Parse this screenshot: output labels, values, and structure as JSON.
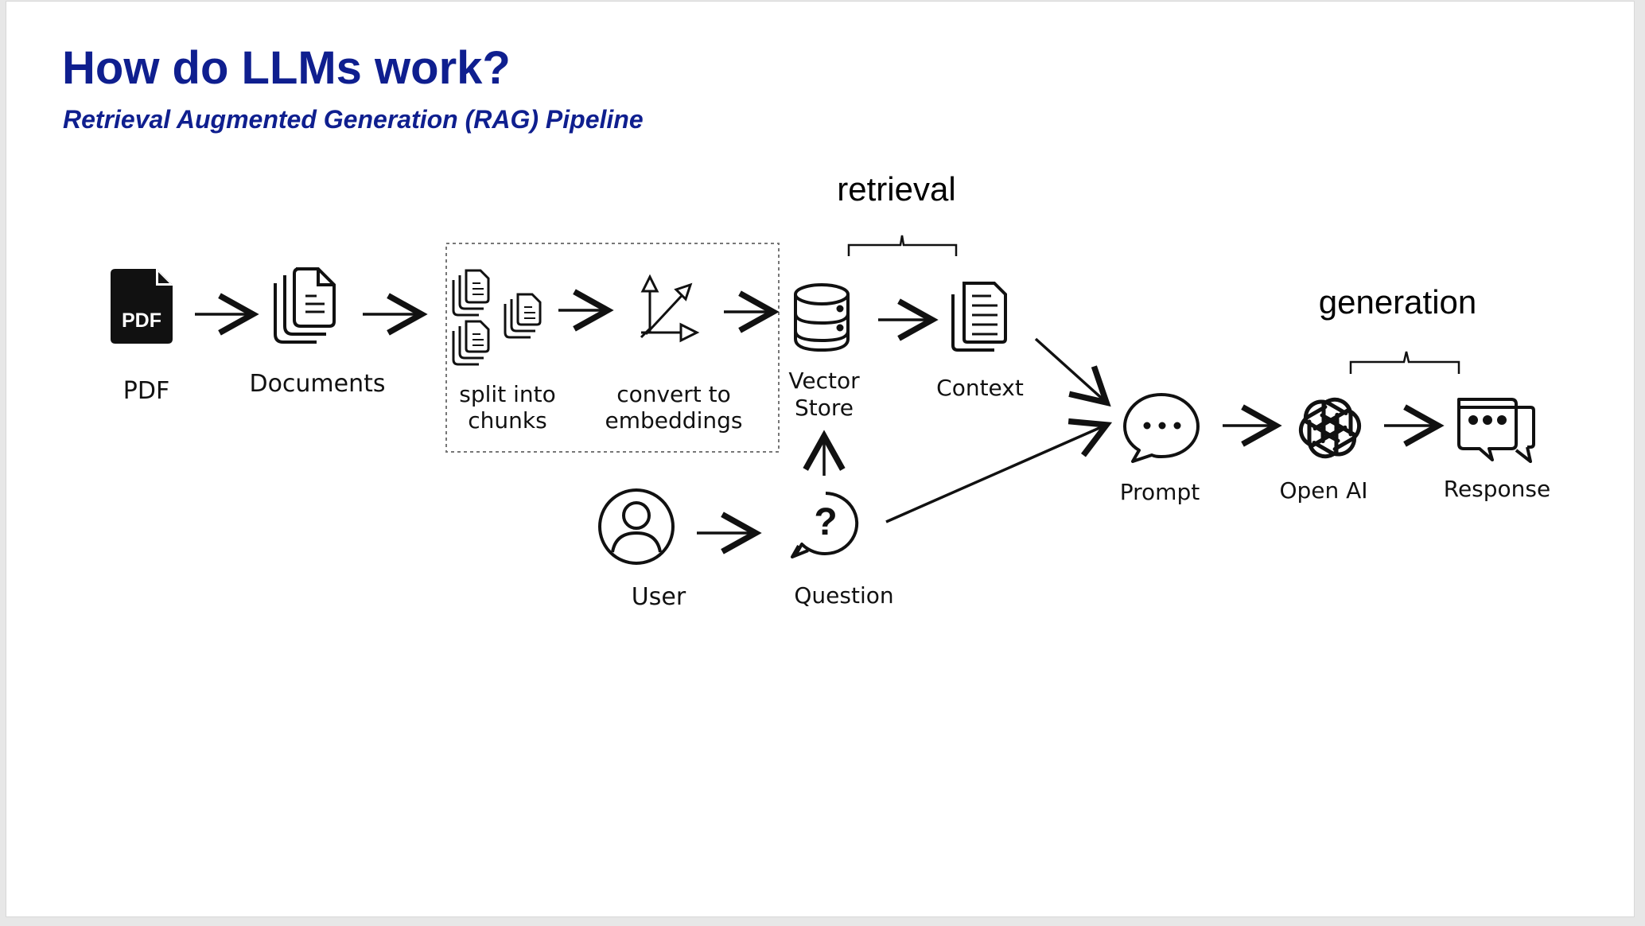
{
  "slide": {
    "title": "How do LLMs work?",
    "subtitle": "Retrieval Augmented Generation (RAG) Pipeline"
  },
  "sections": {
    "retrieval": "retrieval",
    "generation": "generation"
  },
  "nodes": {
    "pdf": {
      "label": "PDF",
      "icon_text": "PDF",
      "icon": "pdf-file-icon"
    },
    "documents": {
      "label": "Documents",
      "icon": "documents-stack-icon"
    },
    "split": {
      "label_line1": "split into",
      "label_line2": "chunks",
      "icon": "chunks-icon"
    },
    "embed": {
      "label_line1": "convert to",
      "label_line2": "embeddings",
      "icon": "vector-axes-icon"
    },
    "vector_store": {
      "label_line1": "Vector",
      "label_line2": "Store",
      "icon": "database-icon"
    },
    "context": {
      "label": "Context",
      "icon": "document-list-icon"
    },
    "user": {
      "label": "User",
      "icon": "user-icon"
    },
    "question": {
      "label": "Question",
      "icon_text": "?",
      "icon": "question-bubble-icon"
    },
    "prompt": {
      "label": "Prompt",
      "icon": "chat-bubble-icon"
    },
    "openai": {
      "label": "Open AI",
      "icon": "openai-logo-icon"
    },
    "response": {
      "label": "Response",
      "icon": "chat-bubbles-icon"
    }
  },
  "edges": [
    [
      "pdf",
      "documents"
    ],
    [
      "documents",
      "split"
    ],
    [
      "split",
      "embed"
    ],
    [
      "embed",
      "vector_store"
    ],
    [
      "vector_store",
      "context"
    ],
    [
      "context",
      "prompt"
    ],
    [
      "user",
      "question"
    ],
    [
      "question",
      "vector_store"
    ],
    [
      "question",
      "prompt"
    ],
    [
      "prompt",
      "openai"
    ],
    [
      "openai",
      "response"
    ]
  ],
  "colors": {
    "title": "#0f1f8f",
    "icon": "#111111",
    "background": "#ffffff"
  }
}
